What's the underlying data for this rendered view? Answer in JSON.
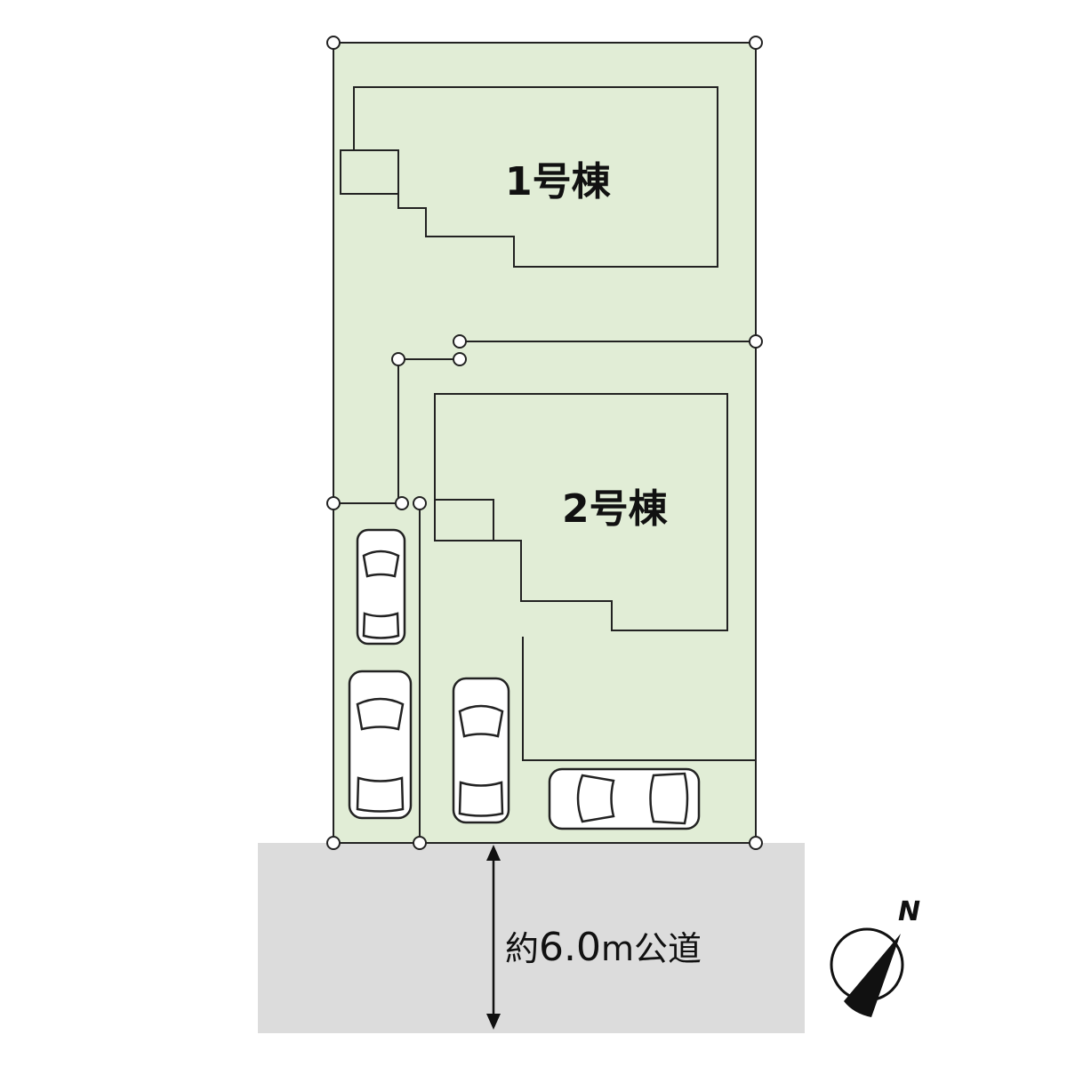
{
  "buildings": [
    {
      "label": "1号棟"
    },
    {
      "label": "2号棟"
    }
  ],
  "road": {
    "prefix": "約",
    "width": "6.0",
    "unit": "m",
    "suffix": "公道"
  },
  "compass": {
    "label": "N"
  },
  "colors": {
    "lot": "#e1edd6",
    "road": "#dcdcdc",
    "line": "#222222"
  }
}
